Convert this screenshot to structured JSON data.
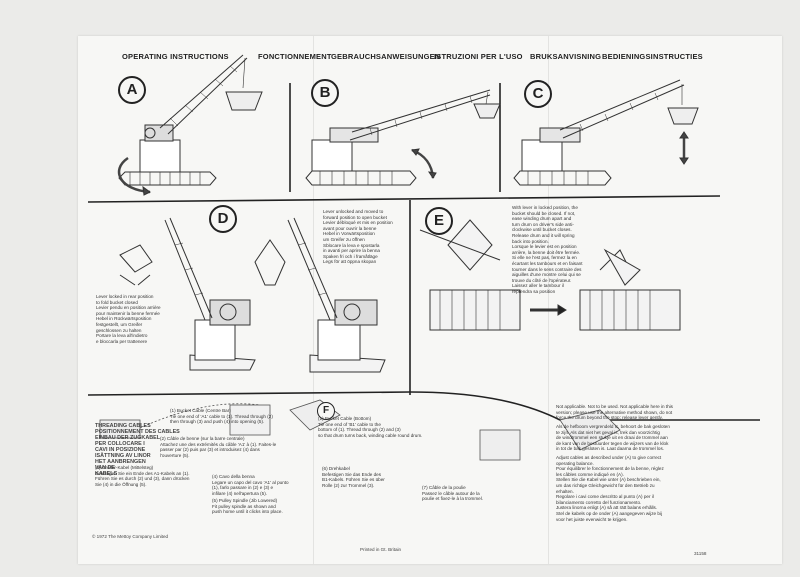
{
  "header": {
    "titles": [
      "OPERATING INSTRUCTIONS",
      "FONCTIONNEMENT",
      "GEBRAUCHSANWEISUNGEN",
      "ISTRUZIONI PER L'USO",
      "BRUKSANVISNING",
      "BEDIENINGSINSTRUCTIES"
    ]
  },
  "panels": {
    "a": "A",
    "b": "B",
    "c": "C",
    "d": "D",
    "e": "E",
    "f": "F"
  },
  "panel_d": {
    "right_caption": "Lever unlocked and moved to\nforward position to open bucket\nLevier débloqué et mis en position\navant pour ouvrir la benne\nHebel in Vorwärtsposition\num Greifer zu öffnen\nSblocare la leva e spostarla\nin avanti per aprire la benna\nSpaken fri och i framåtläge\nLegs för att öppna skopan",
    "left_caption": "Lever locked in rear position\nto fold bucket closed\nLevier pendu en position arrière\npour maintenir la benne fermée\nHebel in Rückwärtsposition\nfestgestellt, um Greifer\ngeschlossen zu halten\nPortare la leva all'indietro\ne bloccarla per trattenere"
  },
  "panel_e": {
    "caption": "With lever in locked position, the\nbucket should be closed. If not,\nease winding drum apart and\nturn drum on driver's side anti-\nclockwise until bucket closes.\nRelease drum and it will spring\nback into position.\nLorsque le levier est en position\narrière, la benne doit être fermée.\nSi elle ne l'est pas, fermez la en\nécartant les tambours et en faisant\ntourner dans le sens contraire des\naiguilles d'une montre celui qui se\ntrouve du côté de l'opérateur.\nLaissez aller le tambour il\nreprendra sa position"
  },
  "panel_f": {
    "threading_title": "THREADING CABLES\nPOSITIONNEMENT DES CABLES\nEINBAU DER ZUGKABEL\nPER COLLOCARE I\nCAVI IN POSIZIONE\nISÄTTNING AV LINOR\nHET AANBRENGEN\nVAN DE\nKABELS",
    "callout_1": "(1) Bucket Cable (Centre Bar)\nTie one end of 'A1' cable to (1). Thread through (2)\nthen through (3) and push (4) into opening (5).",
    "callout_2": "(2) Câble de benne (sur la barre centrale)\nAttachez une des extrémités du câble 'A1' à (1). Faites-le\npasser par (2) puis par (3) et introduisez (4) dans\nl'ouverture (5).",
    "callout_3": "(3) Greifer-Kabel (Mittelsteg)\nBefestigen Sie ein Ende des A1-Kabels an (1).\nFühren Sie es durch (2) und (3), dann drücken\nSie (4) in die Öffnung (5).",
    "callout_4": "(1) Bucket Cable (Bottom)\nTie one end of 'B1' cable to the\nbottom of (1). Thread through (2) and (3)\nso that drum turns back, winding cable round drum.",
    "callout_5": "(4) Cavo della benna\nLegare un capo del cavo 'A1' al punto\n(1), farlo passare in (2) e (3) e\ninfilare (4) nell'apertura (5).",
    "callout_6": "(5) Pulley Spindle (Jib Lowered)\nFit pulley spindle as shown and\npush home until it clicks into place.",
    "callout_7": "(6) Drehkabel\nBefestigen Sie das Ende des\nB1-Kabels. Führen Sie es über\nRolle (2) zur Trommel (3).",
    "callout_8": "(7) Câble de la poulie\nPassez le câble autour de la\npoulie et fixez-le à la trommel."
  },
  "bottom_right": {
    "caption_1": "Not applicable. Not to be used. Not applicable here in this\nversion; please use the alternative method shown, do not\nforce the drum beyond the stop; release lever gently.",
    "caption_2": "Als de hefboom vergrendeld is, behoort de bak gesloten\nte zijn. Als dat niet het geval is, trek dan voorzichtig\nde windtrommel een stukje uit en draai de trommel aan\nde kant van de bestuurder tegen de wijzers van de klok\nin tot de bak gesloten is. Laat daarna de trommel los.",
    "caption_3": "Adjust cables as described under (A) to give correct\noperating balance.\nPour équilibrer le fonctionnement de la benne, réglez\nles câbles comme indiqué en (A).\nStellen Sie die Kabel wie unter (A) beschrieben ein,\num das richtige Gleichgewicht für den Betrieb zu\nerhalten.\nRegolare i cavi come descritto al punto (A) per il\nbilanciamento corretto del funzionamento.\nJustera linorna enligt (A) så att rätt balans erhålls.\nStel de kabels op de onder (A) aangegeven wijze bij\nvoor het juiste evenwicht te krijgen."
  },
  "footer": {
    "copyright": "© 1972 The Mettoy Company Limited",
    "made_in": "Printed in Gt. Britain",
    "code": "31158"
  }
}
